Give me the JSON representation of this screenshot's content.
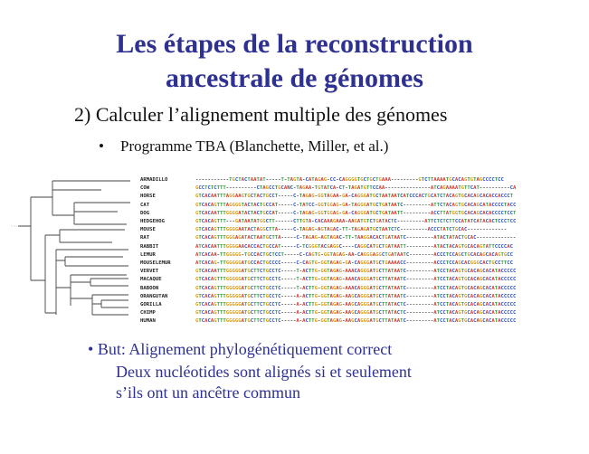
{
  "title_line1": "Les étapes de la reconstruction",
  "title_line2": "ancestrale de génomes",
  "subtitle": "2) Calculer l’alignement multiple des génomes",
  "bullet1": "Programme TBA (Blanchette, Miller, et al.)",
  "bullet_symbol": "•",
  "species": [
    "ARMADILLO",
    "COW",
    "HORSE",
    "CAT",
    "DOG",
    "HEDGEHOG",
    "MOUSE",
    "RAT",
    "RABBIT",
    "LEMUR",
    "MOUSELEMUR",
    "VERVET",
    "MACAQUE",
    "BABOON",
    "ORANGUTAN",
    "GORILLA",
    "CHIMP",
    "HUMAN"
  ],
  "sequences": [
    "-----------TGCTACTAATAT-----T-TAGTA-CATAGAG-CC-CAGGGGTGCTGCTGAAA---------GTCTTAAAATGCACAGTGTAGCCCCTCC",
    "GCCTCTCTTT----------CTAGCCTGCANC-TAGAA-TGTATCA-CT-TAGATGTTCCAA---------------ATCAGAAAATGTTCAT----------CA",
    "GTCACAATTTAGGAAGTGCTACTGCCT-----C-TAGAG-GGTAGAA-GA-CAGGGATGCTAATAATCATCCCACTGCATCTACAGTGCACAGCACACCACCCT",
    "GTCACAGTTTAGGGGTACTACTGCCAT-----C-TATCC-GGTGGAG-GA-TAGGGATGCTGATAATC---------ATTCTACAGTGCACAGCATACCCCTACC",
    "GTCACAATTTGGGGATACTACTGCCAT-----C-TAGAG-GGTGGAG-GA-CAGGGATGCTGATAATT---------ACCTTATGGTGCACAGCACACCCCTCCT",
    "GTCACAGTTT---GATAATATGGCTT------CTTGTA-CACAAAGAAA-AAGATGTCTGATACTC---------ATTCTCTCTTCCATATCATACACTCCCTCC",
    "GTCACAGTTTGGGGAATACTAGGCTTA-----C-TAGAG-AGTAGAC-TT-TAGAGATGCTAATCTC---------ACCCTATCTGCAC-------------",
    "GTCACAGTTTGGGAGATACTAATGCTTA-----C-TAGAG-AGTAGAC-TT-TAAGGACACTGATAATC---------ATACTATACTGCAC-------------",
    "ATCACAATTTGGGGAACACCACTGCCAT-----C-TCGGGTACGAGGC----CAGGCATGCTGATAATT---------ATACTACAGTGCACAGTATTCCCCAC",
    "ATCACAA-TTGGGGG-TGCCACTGCTCCT-----C-CAGTG-GGTAGAG-AA-CAGGGAGGCTGATAATC--------ACCCTCCAGCTGCACAGCACAGTGCC",
    "ATCACAG-TTGGGGGATGCCACTGCCCC-----C-CAGTG-GGTAGAG-GA-CAGGGATGCTGAAAACC---------ACCCTCCAGCACGGGCACTGCCTTCC",
    "GTCACAATTTGGGGGATGCTTCTGCCTC-----T-ACTTG-GGTAGAG-AAACAGGGATGCTTATAATC---------ATCCTACAGTGCACAGCACATACCCCC",
    "GTCACAGTTTGGGGGATGCTTCTGCCTC-----T-ACTTG-GGTAGAG-AAACAGGGATGCTTATAATC---------ATCCTACAGTGCACAGCACATACCCCC",
    "GTCACAGTTTGGGGGATGCTTCTGCCTC-----T-ACTTG-GGTAGAG-AAACAGGGATGCTTATAATC---------ATCCTACAGTGCACAGCACATACCCCC",
    "GTCACAGTTTGGGGGATGCTTCTGCCTC-----A-ACTTG-GGTAGAG-AAGCAGGGATGCTTATAATC---------ATCCTACAGTGCACAGCACATACCCCC",
    "GTCACAGTTTGGGGGATGCTTCTGCCTC-----A-ACTTG-GGTAGAG-AAGCAGGGATGCTTATACTC---------ATCCTACAGTGCACAGCACATACCCCC",
    "GTCACAGTTTGGGGGATGCTTCTGCCTC-----A-ACTTG-GGTAGAG-AAGCAGGGATGCTTATACTC---------ATCCTACAGTGCACAGCACATACCCCC",
    "GTCACAGTTTGGGGGATGCTTCTGCCTC-----A-ACTTG-GGTAGAG-AAGCAGGGATGCTTATAATC---------ATCCTACAGTGCACAGCACATACCCCC"
  ],
  "bullet2": "But: Alignement  phylogénétiquement correct",
  "bullet2_line2": "Deux nucléotides sont alignés si et seulement",
  "bullet2_line3": "s’ils ont un ancêtre commun",
  "colors": {
    "title": "#2e3192",
    "A": "#d43a2f",
    "C": "#2550c9",
    "G": "#d99a12",
    "T": "#2f9a3a"
  }
}
